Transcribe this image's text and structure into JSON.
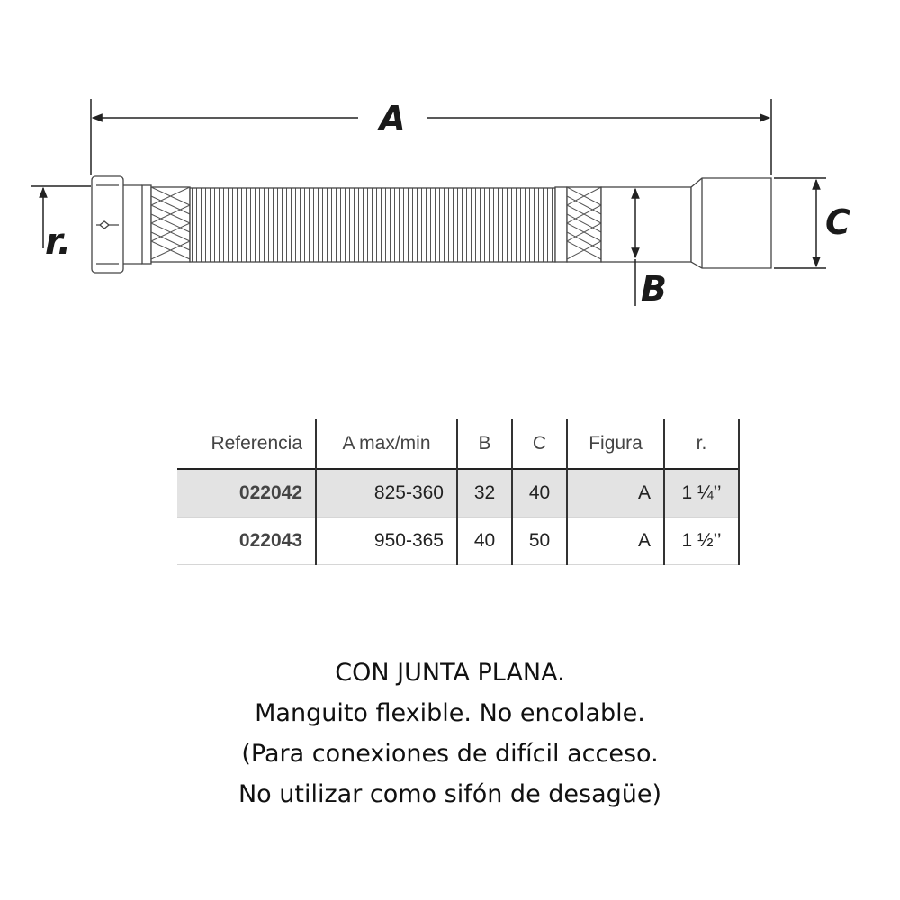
{
  "drawing": {
    "labels": {
      "a": "A",
      "b": "B",
      "c": "C",
      "r": "r."
    }
  },
  "table": {
    "headers": [
      "Referencia",
      "A max/min",
      "B",
      "C",
      "Figura",
      "r."
    ],
    "rows": [
      [
        "022042",
        "825-360",
        "32",
        "40",
        "A",
        "1 ¼’’"
      ],
      [
        "022043",
        "950-365",
        "40",
        "50",
        "A",
        "1 ½’’"
      ]
    ]
  },
  "caption": [
    "CON JUNTA PLANA.",
    "Manguito flexible. No encolable.",
    "(Para conexiones de difícil acceso.",
    "No utilizar como sifón de desagüe)"
  ]
}
